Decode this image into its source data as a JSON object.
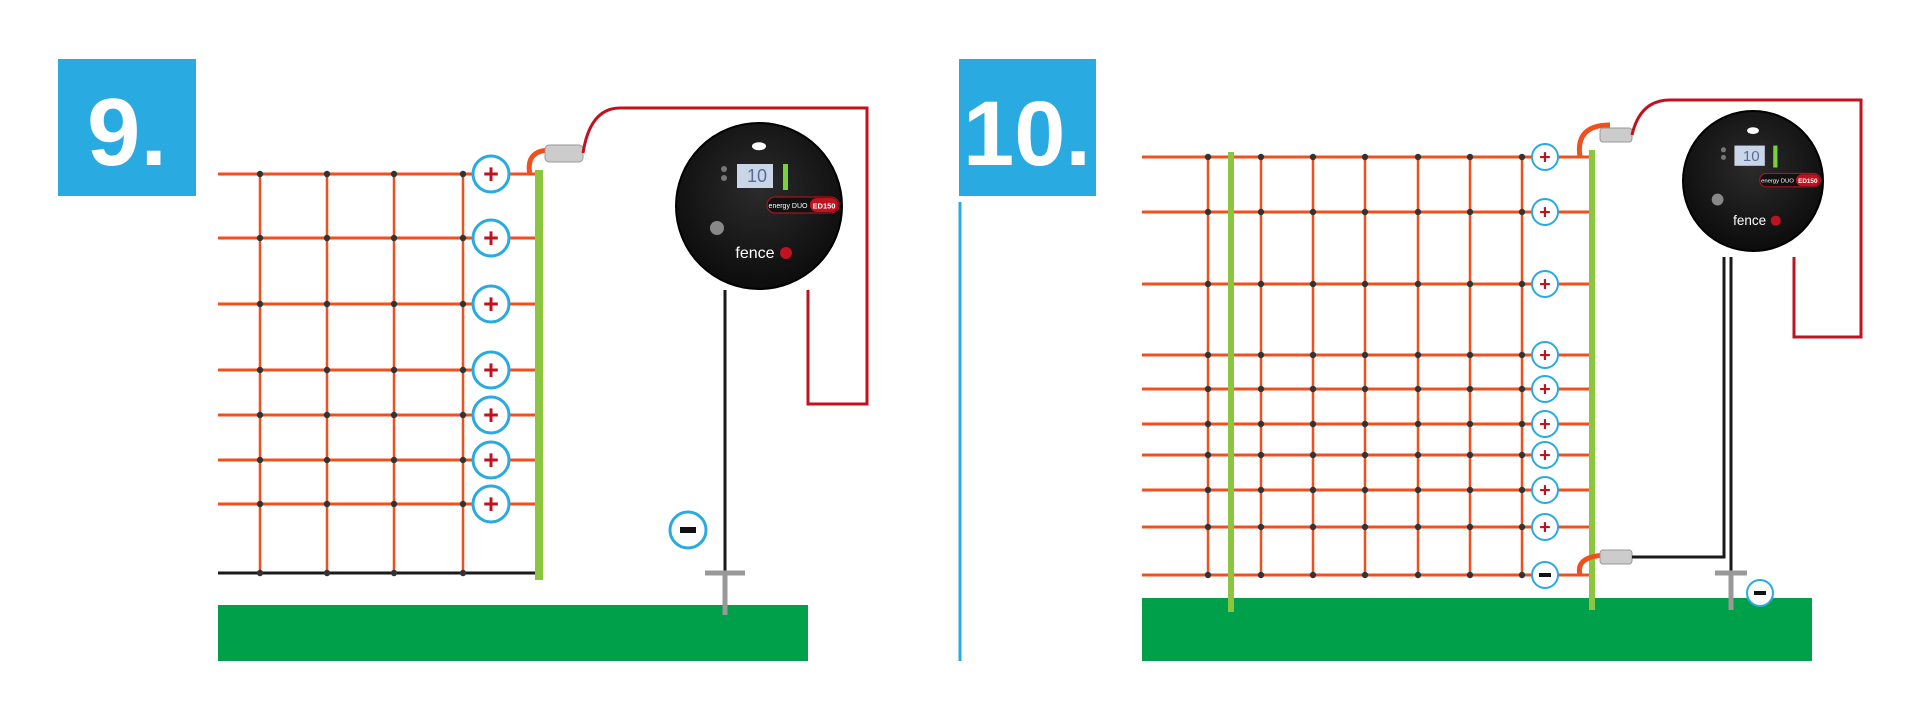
{
  "colors": {
    "step_box": "#29abe2",
    "net": "#f0501e",
    "ground": "#00a04b",
    "post": "#8cc63f",
    "live_wire": "#c1121f",
    "earth_wire": "#1a1a1a",
    "energizer": "#1b1b1b"
  },
  "panels": [
    {
      "step": "9.",
      "plus_symbol": "+",
      "minus_symbol": "−"
    },
    {
      "step": "10.",
      "plus_symbol": "+",
      "minus_symbol": "−"
    }
  ],
  "energizer": {
    "model_label": "energy DUO",
    "model_code": "ED150",
    "brand": "fence",
    "display_value": "10"
  }
}
